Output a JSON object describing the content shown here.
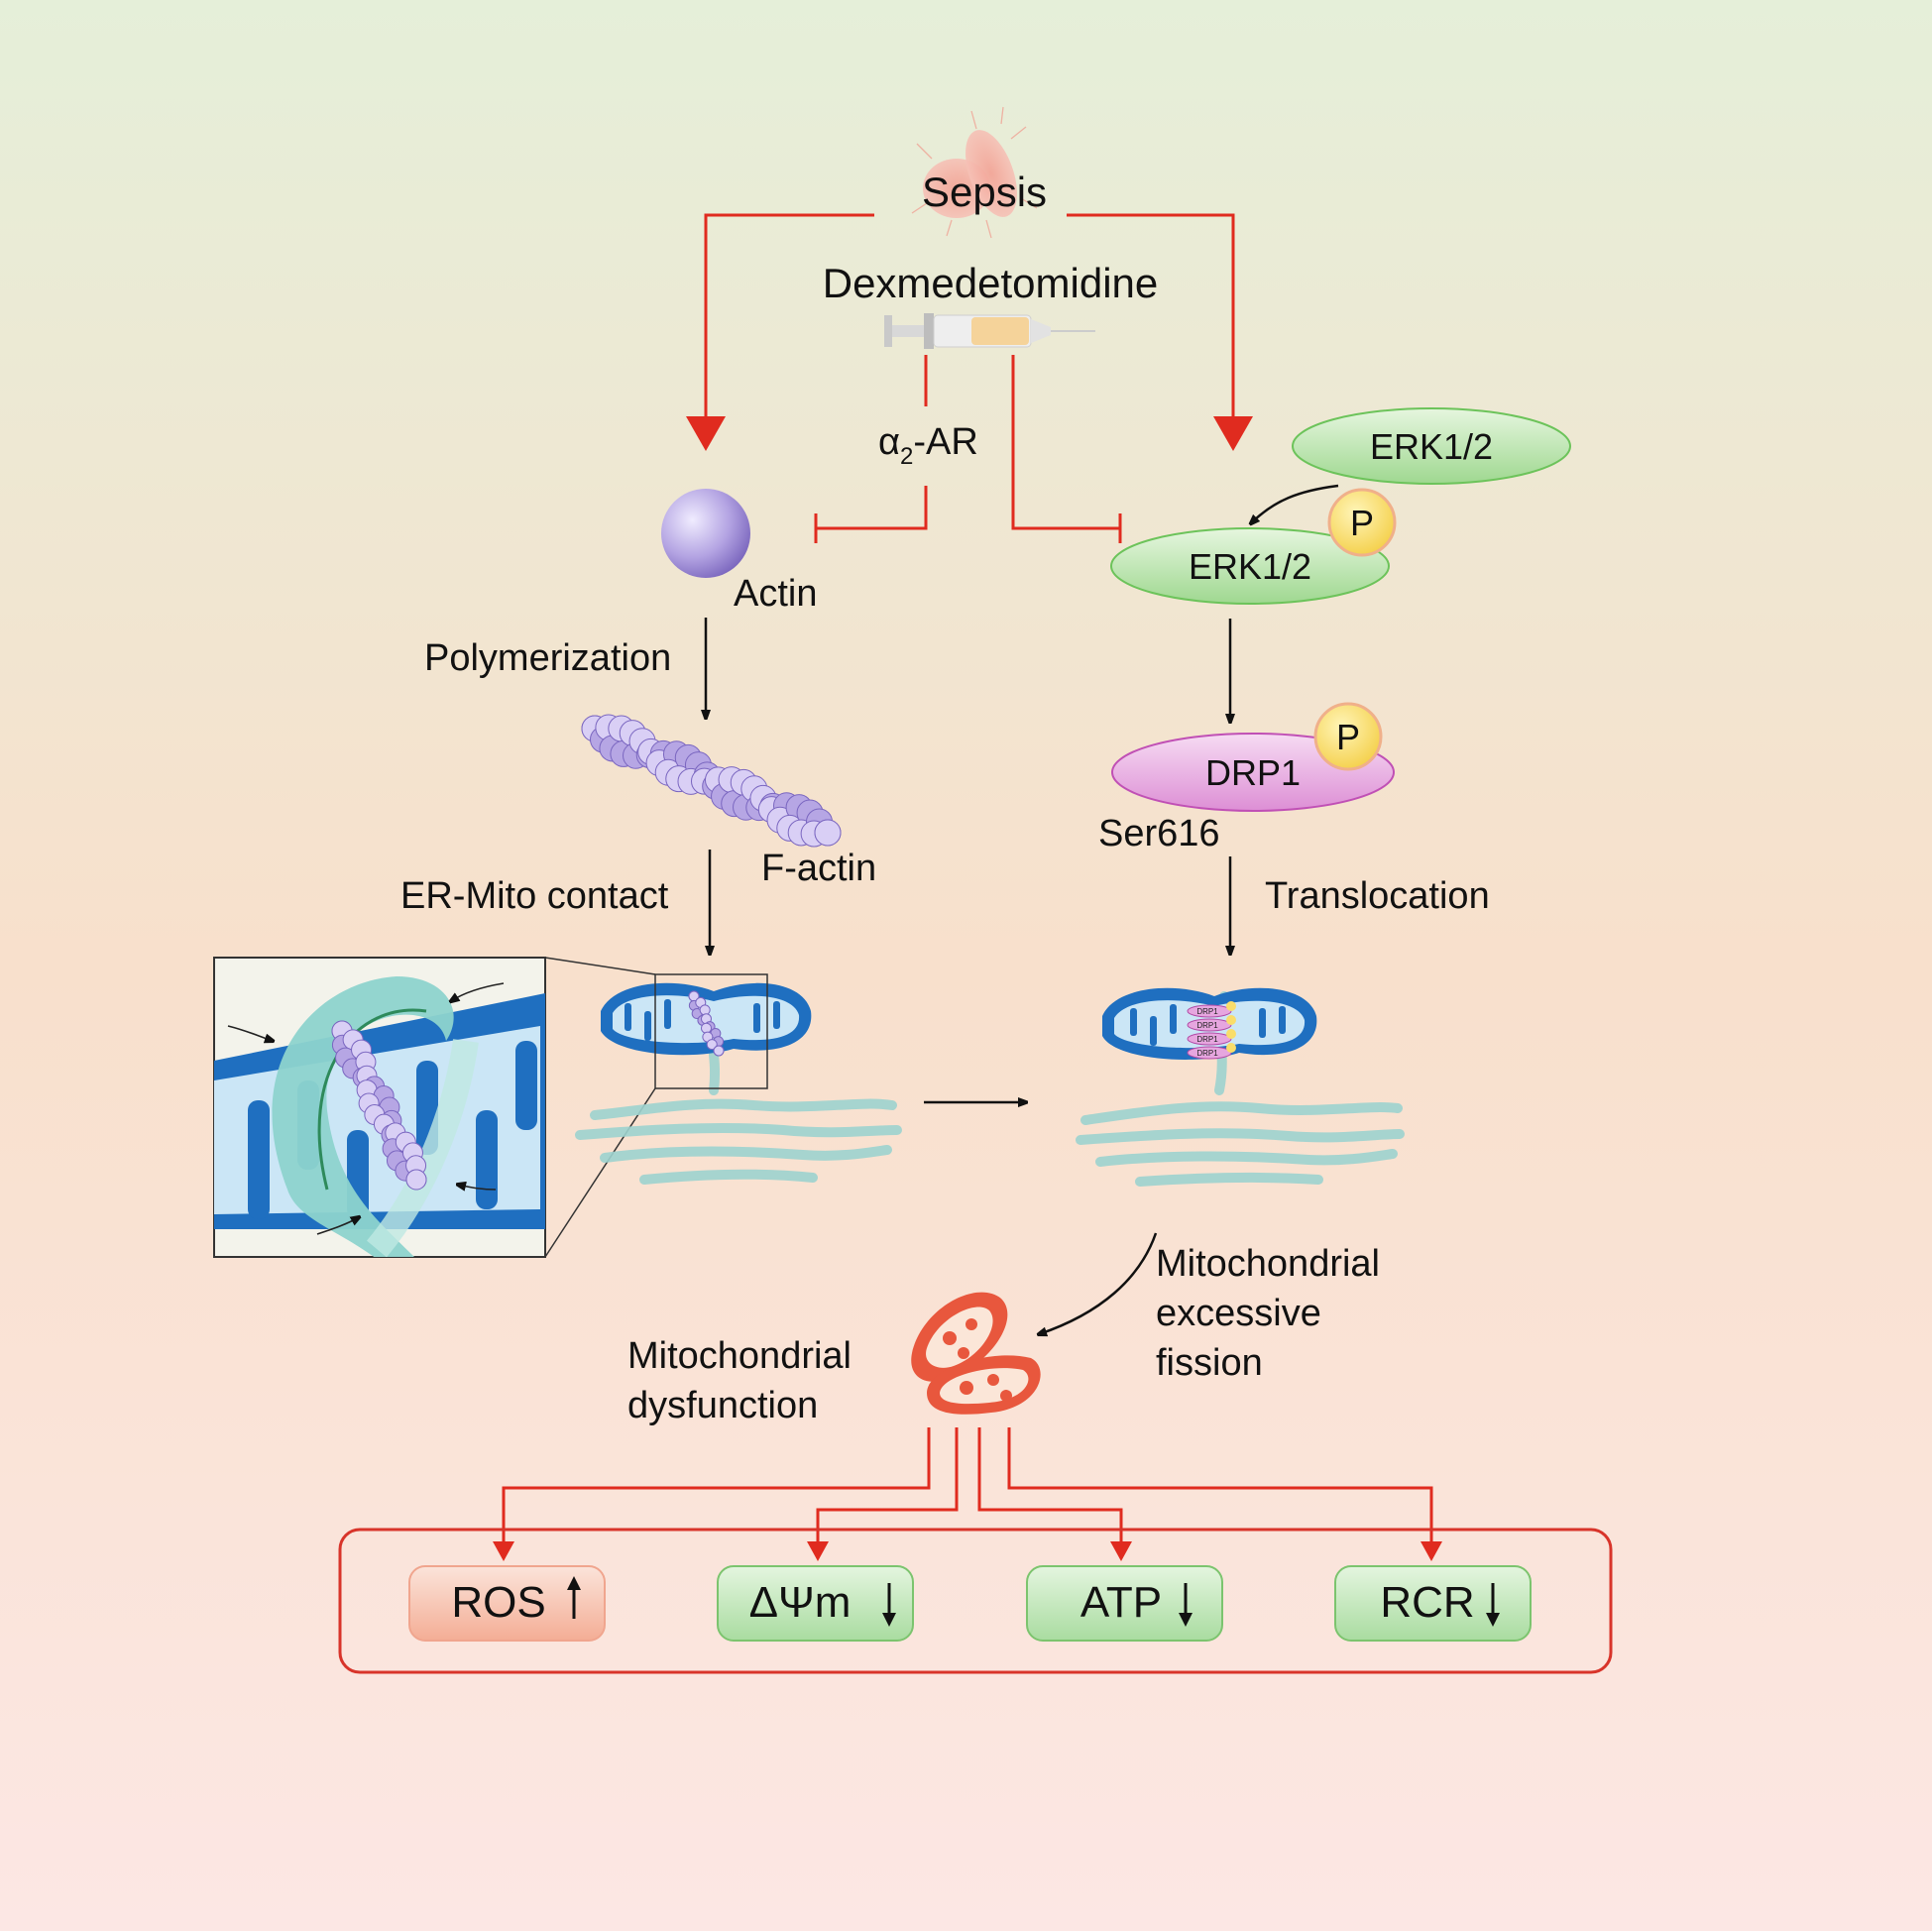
{
  "diagram": {
    "top": {
      "sepsis": "Sepsis",
      "dexmedetomidine": "Dexmedetomidine",
      "receptor_main": "α",
      "receptor_sub": "2",
      "receptor_rest": "-AR"
    },
    "left_path": {
      "actin": "Actin",
      "polymerization": "Polymerization",
      "f_actin": "F-actin",
      "er_mito_contact": "ER-Mito contact"
    },
    "right_path": {
      "erk_top": "ERK1/2",
      "erk_phospho": "ERK1/2",
      "p_label_erk": "P",
      "drp1": "DRP1",
      "p_label_drp1": "P",
      "ser616": "Ser616",
      "translocation": "Translocation",
      "drp1_small": [
        "DRP1",
        "DRP1",
        "DRP1",
        "DRP1"
      ]
    },
    "bottom": {
      "fission_lines": [
        "Mitochondrial",
        "excessive",
        "fission"
      ],
      "dysfunction_lines": [
        "Mitochondrial",
        "dysfunction"
      ],
      "outcomes": [
        {
          "label": "ROS",
          "arrow": "up",
          "color": "#f7c3b0"
        },
        {
          "label": "ΔΨm",
          "arrow": "down",
          "color": "#b9e3b4"
        },
        {
          "label": "ATP",
          "arrow": "down",
          "color": "#b9e3b4"
        },
        {
          "label": "RCR",
          "arrow": "down",
          "color": "#b9e3b4"
        }
      ]
    },
    "colors": {
      "red_arrow": "#e02b1f",
      "black_arrow": "#111111",
      "actin_purple": "#a996d8",
      "erk_green": "#b5e2a8",
      "drp1_pink": "#e6a6df",
      "p_yellow": "#f9dd6a",
      "mito_blue": "#2f7bc6",
      "er_teal": "#8fd0cc",
      "mito_red": "#e8573d"
    }
  }
}
